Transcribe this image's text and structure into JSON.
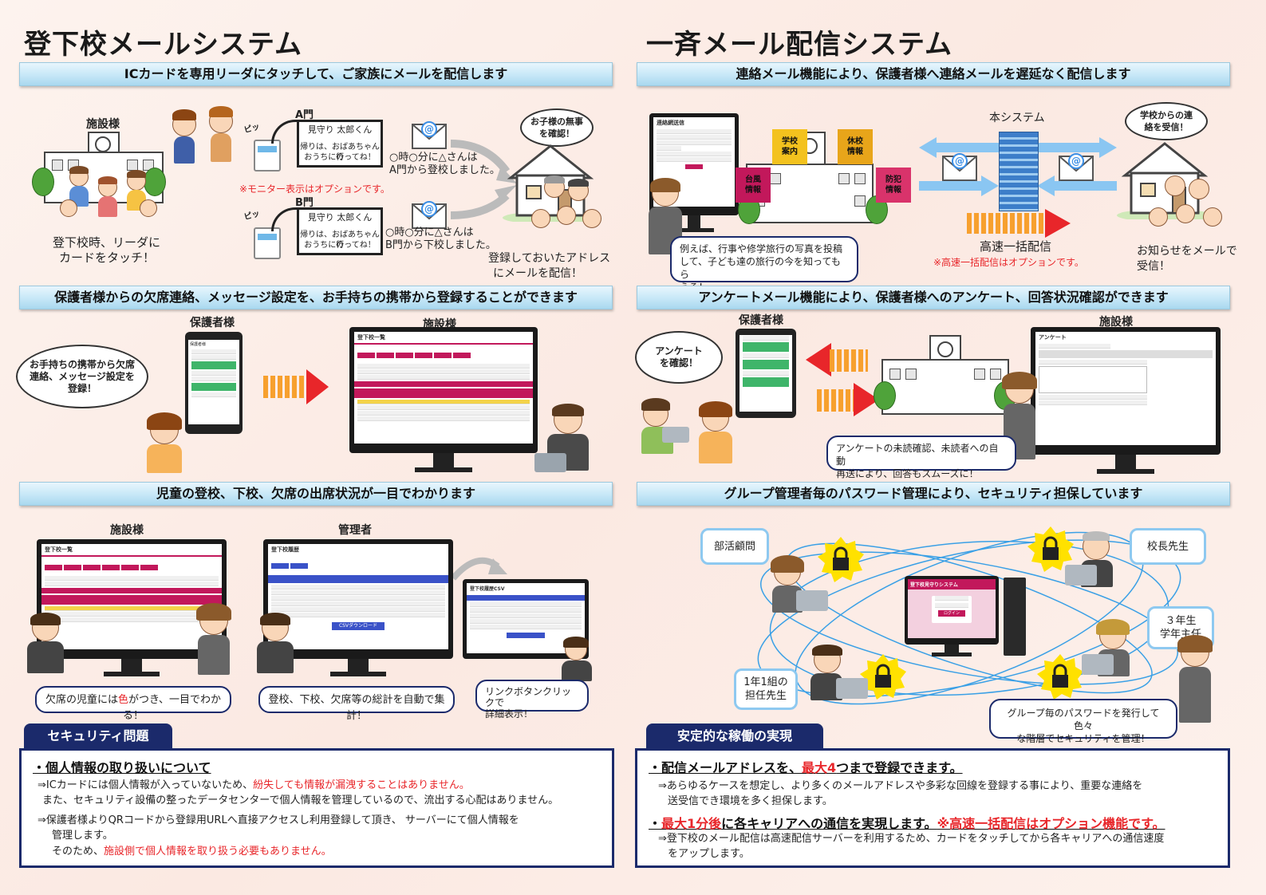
{
  "left_title": "登下校メールシステム",
  "right_title": "一斉メール配信システム",
  "sec1": {
    "bar": "ICカードを専用リーダにタッチして、ご家族にメールを配信します",
    "facility": "施設様",
    "caption1": "登下校時、リーダに",
    "caption2": "カードをタッチ！",
    "gate_a": "A門",
    "gate_b": "B門",
    "beep": "ピッ",
    "monitor_msg": [
      "見守り 太郎くん",
      "帰りは、おばあちゃんの",
      "おうちに行ってね！"
    ],
    "monitor_note": "※モニター表示はオプションです。",
    "mail_a": [
      "○時○分に△さんは",
      "A門から登校しました。"
    ],
    "mail_b": [
      "○時○分に△さんは",
      "B門から下校しました。"
    ],
    "bubble": [
      "お子様の無事",
      "を確認！"
    ],
    "result": [
      "登録しておいたアドレス",
      "にメールを配信！"
    ]
  },
  "sec2": {
    "bar": "連絡メール機能により、保護者様へ連絡メールを遅延なく配信します",
    "tags": [
      {
        "text": "学校\n案内",
        "color": "#f3c21e"
      },
      {
        "text": "休校\n情報",
        "color": "#e8a51a"
      },
      {
        "text": "台風\n情報",
        "color": "#c2185b"
      },
      {
        "text": "防犯\n情報",
        "color": "#d9336b"
      }
    ],
    "system": "本システム",
    "bubble": [
      "学校からの連",
      "絡を受信！"
    ],
    "fast": "高速一括配信",
    "fast_note": "※高速一括配信はオプションです。",
    "receive": [
      "お知らせをメールで",
      "受信！"
    ],
    "callout": [
      "例えば、行事や修学旅行の写真を投稿",
      "して、子ども達の旅行の今を知ってもら",
      "える！"
    ]
  },
  "sec3": {
    "bar": "保護者様からの欠席連絡、メッセージ設定を、お手持ちの携帯から登録することができます",
    "guardian": "保護者様",
    "facility": "施設様",
    "bubble": [
      "お手持ちの携帯から欠席",
      "連絡、メッセージ設定を",
      "登録！"
    ],
    "screen_title": "登下校一覧"
  },
  "sec4": {
    "bar": "アンケートメール機能により、保護者様へのアンケート、回答状況確認ができます",
    "guardian": "保護者様",
    "facility": "施設様",
    "bubble": [
      "アンケート",
      "を確認！"
    ],
    "screen_title": "アンケート",
    "callout": [
      "アンケートの未読確認、未読者への自動",
      "再送により、回答もスムーズに！"
    ]
  },
  "sec5": {
    "bar": "児童の登校、下校、欠席の出席状況が一目でわかります",
    "facility": "施設様",
    "admin": "管理者",
    "screen1": "登下校一覧",
    "screen2": "登下校履歴",
    "screen3": "登下校履歴CSV",
    "csv_btn": "CSVダウンロード",
    "callout1_a": "欠席の児童には",
    "callout1_b": "色",
    "callout1_c": "がつき、一目でわかる！",
    "callout2": "登校、下校、欠席等の総計を自動で集計！",
    "callout3": [
      "リンクボタンクリックで",
      "詳細表示！"
    ]
  },
  "sec6": {
    "bar": "グループ管理者毎のパスワード管理により、セキュリティ担保しています",
    "club": "部活顧問",
    "principal": "校長先生",
    "grade": [
      "３年生",
      "学年主任"
    ],
    "homeroom": [
      "1年1組の",
      "担任先生"
    ],
    "login_title": "登下校見守りシステム",
    "login_btn": "ログイン",
    "callout": [
      "グループ毎のパスワードを発行して色々",
      "な階層でセキュリティを管理！"
    ]
  },
  "security": {
    "tab": "セキュリティ問題",
    "head": "・個人情報の取り扱いについて",
    "l1a": "⇒ICカードには個人情報が入っていないため、",
    "l1b": "紛失しても情報が漏洩することはありません。",
    "l2": "また、セキュリティ設備の整ったデータセンターで個人情報を管理しているので、流出する心配はありません。",
    "l3": "⇒保護者様よりQRコードから登録用URLへ直接アクセスし利用登録して頂き、 サーバーにて個人情報を",
    "l4": "管理します。",
    "l5a": "そのため、",
    "l5b": "施設側で個人情報を取り扱う必要もありません。"
  },
  "stable": {
    "tab": "安定的な稼働の実現",
    "h1a": "・配信メールアドレスを、",
    "h1b": "最大4",
    "h1c": "つまで登録できます。",
    "l1": "⇒あらゆるケースを想定し、より多くのメールアドレスや多彩な回線を登録する事により、重要な連絡を",
    "l2": "送受信でき環境を多く担保します。",
    "h2a": "・",
    "h2b": "最大1分後",
    "h2c": "に各キャリアへの通信を実現します。",
    "h2d": "※高速一括配信はオプション機能です。",
    "l3": "⇒登下校のメール配信は高速配信サーバーを利用するため、カードをタッチしてから各キャリアへの通信速度",
    "l4": "をアップします。"
  },
  "colors": {
    "navy": "#1b2a6b",
    "red": "#e8262a",
    "magenta": "#c2185b",
    "orange": "#f7a02e",
    "blue": "#3a8ee6"
  }
}
